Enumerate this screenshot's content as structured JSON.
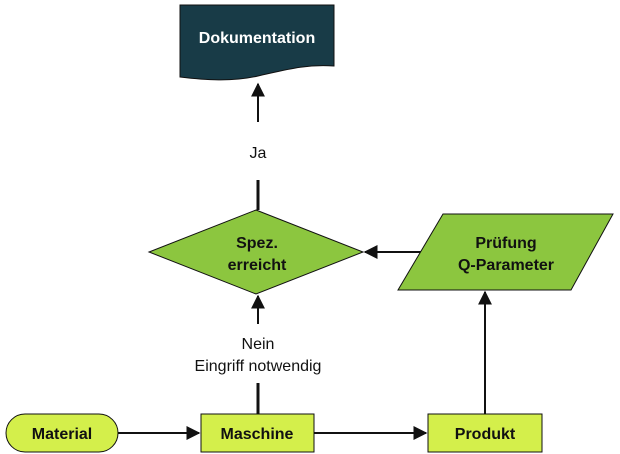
{
  "diagram": {
    "type": "flowchart",
    "colors": {
      "document_fill": "#183b47",
      "decision_fill": "#8cc63f",
      "io_fill": "#8cc63f",
      "process_fill": "#d4ef4b",
      "stroke": "#111111",
      "dark_text": "#ffffff",
      "light_text": "#111111"
    },
    "nodes": {
      "dokumentation": {
        "label": "Dokumentation",
        "shape": "document"
      },
      "spez": {
        "label_line1": "Spez.",
        "label_line2": "erreicht",
        "shape": "decision"
      },
      "pruefung": {
        "label_line1": "Prüfung",
        "label_line2": "Q-Parameter",
        "shape": "parallelogram"
      },
      "material": {
        "label": "Material",
        "shape": "terminator"
      },
      "maschine": {
        "label": "Maschine",
        "shape": "process"
      },
      "produkt": {
        "label": "Produkt",
        "shape": "process"
      }
    },
    "edges": [
      {
        "from": "material",
        "to": "maschine",
        "label": ""
      },
      {
        "from": "maschine",
        "to": "produkt",
        "label": ""
      },
      {
        "from": "produkt",
        "to": "pruefung",
        "label": ""
      },
      {
        "from": "pruefung",
        "to": "spez",
        "label": ""
      },
      {
        "from": "spez",
        "to": "dokumentation",
        "label": "Ja"
      },
      {
        "from": "maschine",
        "to": "spez",
        "label_line1": "Nein",
        "label_line2": "Eingriff notwendig"
      }
    ],
    "edge_labels": {
      "ja": "Ja",
      "nein_line1": "Nein",
      "nein_line2": "Eingriff notwendig"
    }
  }
}
